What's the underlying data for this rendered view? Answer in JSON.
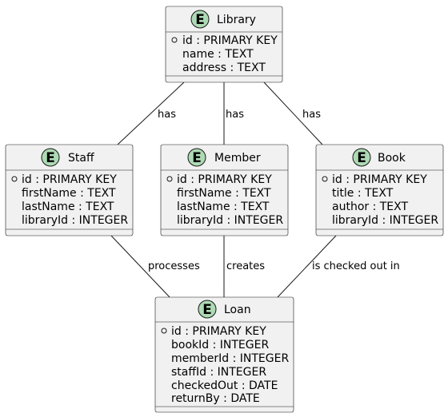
{
  "badge_color": "#addab4",
  "entities": {
    "library": {
      "badge": "E",
      "title": "Library",
      "fields": [
        "id : PRIMARY KEY",
        "name : TEXT",
        "address : TEXT"
      ]
    },
    "staff": {
      "badge": "E",
      "title": "Staff",
      "fields": [
        "id : PRIMARY KEY",
        "firstName : TEXT",
        "lastName : TEXT",
        "libraryId : INTEGER"
      ]
    },
    "member": {
      "badge": "E",
      "title": "Member",
      "fields": [
        "id : PRIMARY KEY",
        "firstName : TEXT",
        "lastName : TEXT",
        "libraryId : INTEGER"
      ]
    },
    "book": {
      "badge": "E",
      "title": "Book",
      "fields": [
        "id : PRIMARY KEY",
        "title : TEXT",
        "author : TEXT",
        "libraryId : INTEGER"
      ]
    },
    "loan": {
      "badge": "E",
      "title": "Loan",
      "fields": [
        "id : PRIMARY KEY",
        "bookId : INTEGER",
        "memberId : INTEGER",
        "staffId : INTEGER",
        "checkedOut : DATE",
        "returnBy : DATE"
      ]
    }
  },
  "relations": {
    "library_staff": "has",
    "library_member": "has",
    "library_book": "has",
    "staff_loan": "processes",
    "member_loan": "creates",
    "book_loan": "is checked out in"
  }
}
